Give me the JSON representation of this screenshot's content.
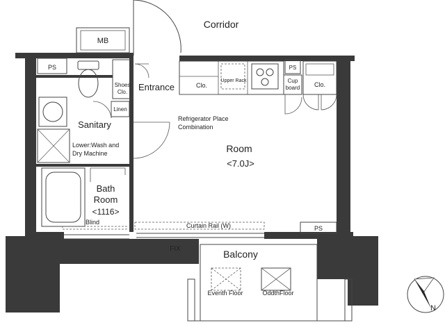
{
  "labels": {
    "corridor": "Corridor",
    "mb": "MB",
    "ps_left": "PS",
    "ps_right_top": "PS",
    "ps_bottom": "PS",
    "shoes_line1": "Shoes",
    "shoes_line2": "Clo.",
    "entrance": "Entrance",
    "clo_1": "Clo.",
    "upper_rack": "Upper Rack",
    "cupboard_line1": "Cup",
    "cupboard_line2": "board",
    "clo_2": "Clo.",
    "linen": "Linen",
    "fridge_line1": "Refrigerator Place",
    "fridge_line2": "Combination",
    "sanitary": "Sanitary",
    "wash_line1": "Lower:Wash and",
    "wash_line2": "Dry Machine",
    "room": "Room",
    "room_size": "<7.0J>",
    "bath_line1": "Bath",
    "bath_line2": "Room",
    "bath_size": "<1116>",
    "blind": "Blind",
    "curtain_rail": "Curtain Rail (W)",
    "fix": "FIX",
    "balcony": "Balcony",
    "eventh_floor": "Eventh Floor",
    "oddth_floor": "OddthFloor",
    "north": "N"
  },
  "colors": {
    "wall": "#3a3a3a",
    "line": "#444444",
    "text": "#222222"
  }
}
